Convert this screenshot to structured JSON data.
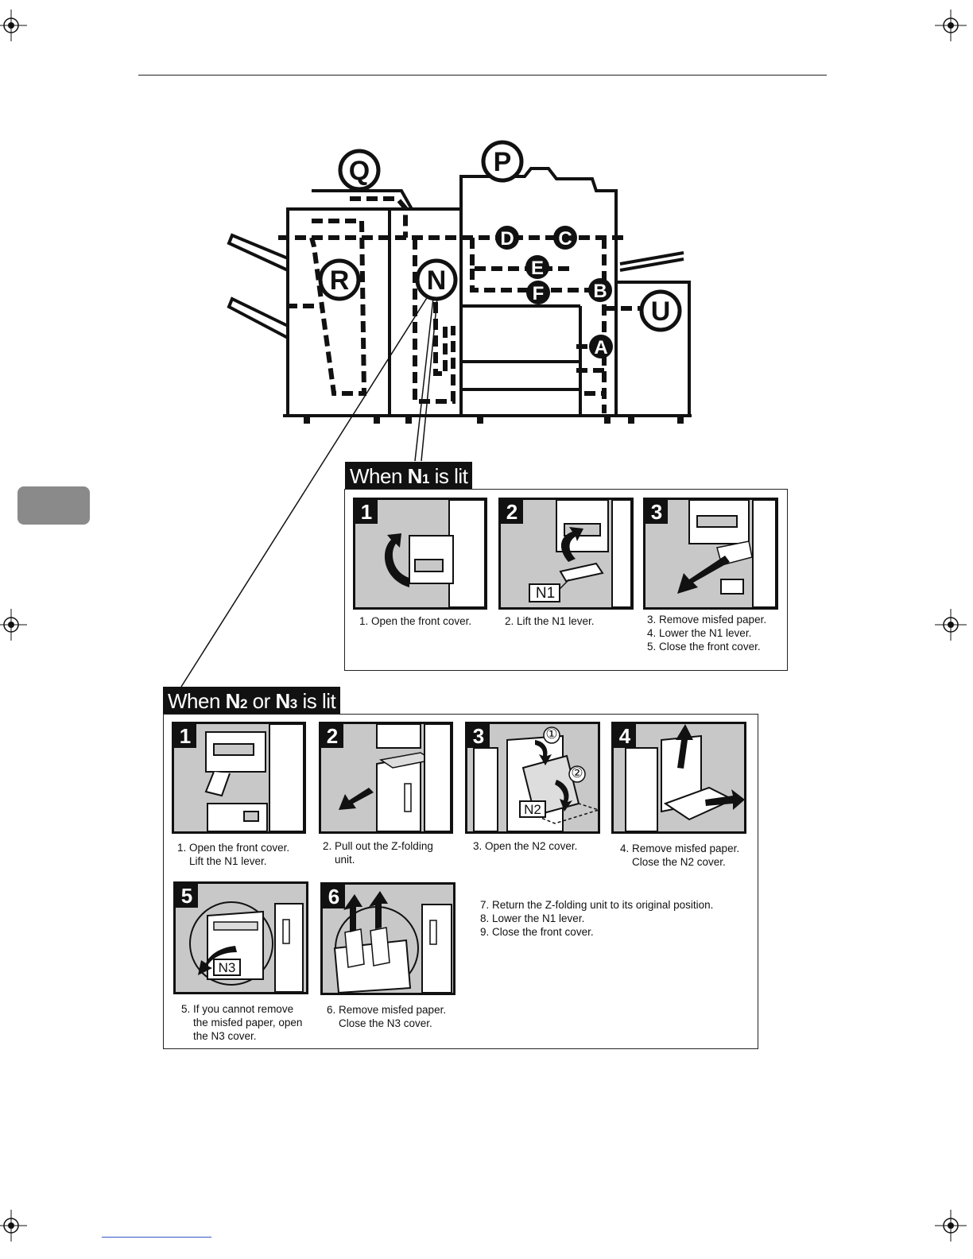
{
  "diagram": {
    "labels": [
      "Q",
      "P",
      "D",
      "C",
      "E",
      "F",
      "B",
      "U",
      "R",
      "N",
      "A"
    ]
  },
  "n1": {
    "title_prefix": "When ",
    "title_code": "N",
    "title_sub": "1",
    "title_suffix": " is lit",
    "steps": [
      {
        "num": "1",
        "caption": [
          "1. Open the front cover."
        ]
      },
      {
        "num": "2",
        "label": "N1",
        "caption": [
          "2. Lift the N1 lever."
        ]
      },
      {
        "num": "3",
        "caption": [
          "3. Remove misfed paper.",
          "4. Lower the N1 lever.",
          "5. Close the front cover."
        ]
      }
    ]
  },
  "n23": {
    "title_prefix": "When ",
    "title_code1": "N",
    "title_sub1": "2",
    "title_mid": " or ",
    "title_code2": "N",
    "title_sub2": "3",
    "title_suffix": " is lit",
    "steps": [
      {
        "num": "1",
        "caption": [
          "1. Open the front cover.",
          "Lift the N1 lever."
        ]
      },
      {
        "num": "2",
        "caption": [
          "2. Pull out the Z-folding",
          "unit."
        ]
      },
      {
        "num": "3",
        "label": "N2",
        "marks": [
          "①",
          "②"
        ],
        "caption": [
          "3. Open the N2 cover."
        ]
      },
      {
        "num": "4",
        "caption": [
          "4. Remove misfed paper.",
          "Close the N2 cover."
        ]
      },
      {
        "num": "5",
        "label": "N3",
        "caption": [
          "5. If you cannot remove",
          "the misfed paper, open",
          "the N3 cover."
        ]
      },
      {
        "num": "6",
        "caption": [
          "6. Remove misfed paper.",
          "Close the N3 cover."
        ]
      }
    ],
    "final_steps": [
      "7. Return the Z-folding unit to its original position.",
      "8. Lower the N1 lever.",
      "9. Close the front cover."
    ]
  }
}
